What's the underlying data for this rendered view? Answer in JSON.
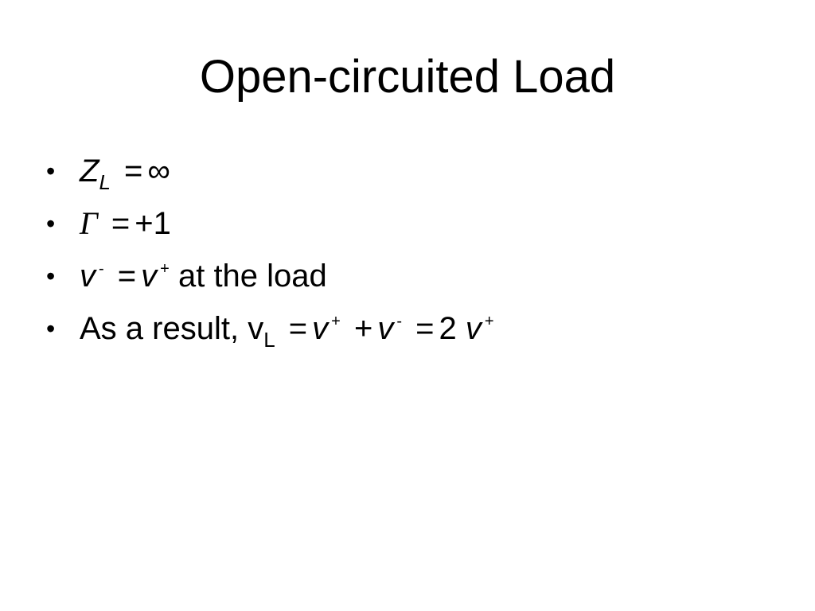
{
  "slide": {
    "title": "Open-circuited Load",
    "bullet_glyph": "•",
    "bullets": [
      {
        "var": "Z",
        "sub": "L",
        "eq": "=",
        "value": "∞"
      },
      {
        "var": "Γ",
        "eq": "=",
        "value": "+1"
      },
      {
        "lhs_var": "v",
        "lhs_sup": "-",
        "eq": "=",
        "rhs_var": "v",
        "rhs_sup": "+",
        "tail": "at the load"
      },
      {
        "lead": "As a result, v",
        "lead_sub": "L",
        "eq1": "=",
        "t1_var": "v",
        "t1_sup": "+",
        "plus": "+",
        "t2_var": "v",
        "t2_sup": "-",
        "eq2": "=",
        "coef": "2",
        "t3_var": "v",
        "t3_sup": "+"
      }
    ]
  }
}
